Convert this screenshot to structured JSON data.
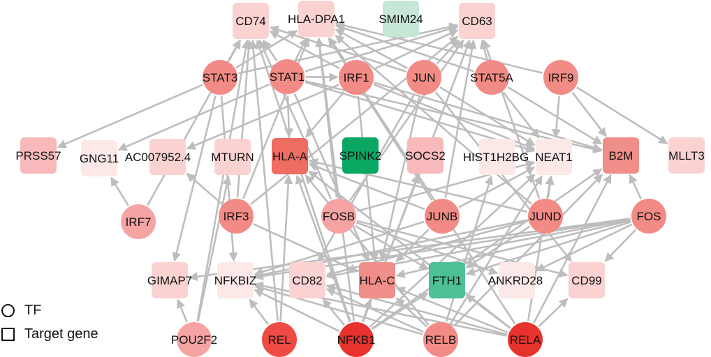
{
  "network": {
    "colors": {
      "edge": "#bdbdbd",
      "tf_pink": "#f5a3a3",
      "tf_salmon": "#f28b85",
      "tf_red": "#ee4b45",
      "tf_darkred": "#e8322d",
      "target_palest": "#fde8e8",
      "target_pale": "#fbd2d2",
      "target_light": "#f7b9b9",
      "target_mid": "#f08e8a",
      "target_strong": "#ee6c62",
      "green_pale": "#c6e6d6",
      "green_mid": "#4cc193",
      "green_dark": "#0aa763"
    },
    "nodes": [
      {
        "id": "CD74",
        "label": "CD74",
        "shape": "square",
        "color": "target_pale"
      },
      {
        "id": "HLA-DPA1",
        "label": "HLA-DPA1",
        "shape": "square",
        "color": "target_pale"
      },
      {
        "id": "SMIM24",
        "label": "SMIM24",
        "shape": "square",
        "color": "green_pale"
      },
      {
        "id": "CD63",
        "label": "CD63",
        "shape": "square",
        "color": "target_pale"
      },
      {
        "id": "STAT3",
        "label": "STAT3",
        "shape": "circle",
        "color": "tf_salmon"
      },
      {
        "id": "STAT1",
        "label": "STAT1",
        "shape": "circle",
        "color": "tf_salmon"
      },
      {
        "id": "IRF1",
        "label": "IRF1",
        "shape": "circle",
        "color": "tf_salmon"
      },
      {
        "id": "JUN",
        "label": "JUN",
        "shape": "circle",
        "color": "tf_salmon"
      },
      {
        "id": "STAT5A",
        "label": "STAT5A",
        "shape": "circle",
        "color": "tf_salmon"
      },
      {
        "id": "IRF9",
        "label": "IRF9",
        "shape": "circle",
        "color": "tf_salmon"
      },
      {
        "id": "PRSS57",
        "label": "PRSS57",
        "shape": "square",
        "color": "target_light"
      },
      {
        "id": "GNG11",
        "label": "GNG11",
        "shape": "square",
        "color": "target_palest"
      },
      {
        "id": "AC007952.4",
        "label": "AC007952.4",
        "shape": "square",
        "color": "target_pale"
      },
      {
        "id": "MTURN",
        "label": "MTURN",
        "shape": "square",
        "color": "target_pale"
      },
      {
        "id": "HLA-A",
        "label": "HLA-A",
        "shape": "square",
        "color": "target_strong"
      },
      {
        "id": "SPINK2",
        "label": "SPINK2",
        "shape": "square",
        "color": "green_dark"
      },
      {
        "id": "SOCS2",
        "label": "SOCS2",
        "shape": "square",
        "color": "target_light"
      },
      {
        "id": "HIST1H2BG",
        "label": "HIST1H2BG",
        "shape": "square",
        "color": "target_palest"
      },
      {
        "id": "NEAT1",
        "label": "NEAT1",
        "shape": "square",
        "color": "target_palest"
      },
      {
        "id": "B2M",
        "label": "B2M",
        "shape": "square",
        "color": "target_mid"
      },
      {
        "id": "MLLT3",
        "label": "MLLT3",
        "shape": "square",
        "color": "target_pale"
      },
      {
        "id": "IRF7",
        "label": "IRF7",
        "shape": "circle",
        "color": "tf_pink"
      },
      {
        "id": "IRF3",
        "label": "IRF3",
        "shape": "circle",
        "color": "tf_salmon"
      },
      {
        "id": "FOSB",
        "label": "FOSB",
        "shape": "circle",
        "color": "tf_pink"
      },
      {
        "id": "JUNB",
        "label": "JUNB",
        "shape": "circle",
        "color": "tf_salmon"
      },
      {
        "id": "JUND",
        "label": "JUND",
        "shape": "circle",
        "color": "tf_salmon"
      },
      {
        "id": "FOS",
        "label": "FOS",
        "shape": "circle",
        "color": "tf_salmon"
      },
      {
        "id": "GIMAP7",
        "label": "GIMAP7",
        "shape": "square",
        "color": "target_pale"
      },
      {
        "id": "NFKBIZ",
        "label": "NFKBIZ",
        "shape": "square",
        "color": "target_palest"
      },
      {
        "id": "CD82",
        "label": "CD82",
        "shape": "square",
        "color": "target_pale"
      },
      {
        "id": "HLA-C",
        "label": "HLA-C",
        "shape": "square",
        "color": "target_mid"
      },
      {
        "id": "FTH1",
        "label": "FTH1",
        "shape": "square",
        "color": "green_mid"
      },
      {
        "id": "ANKRD28",
        "label": "ANKRD28",
        "shape": "square",
        "color": "target_palest"
      },
      {
        "id": "CD99",
        "label": "CD99",
        "shape": "square",
        "color": "target_pale"
      },
      {
        "id": "POU2F2",
        "label": "POU2F2",
        "shape": "circle",
        "color": "tf_pink"
      },
      {
        "id": "REL",
        "label": "REL",
        "shape": "circle",
        "color": "tf_red"
      },
      {
        "id": "NFKB1",
        "label": "NFKB1",
        "shape": "circle",
        "color": "tf_darkred"
      },
      {
        "id": "RELB",
        "label": "RELB",
        "shape": "circle",
        "color": "tf_salmon"
      },
      {
        "id": "RELA",
        "label": "RELA",
        "shape": "circle",
        "color": "tf_darkred"
      }
    ],
    "edges": [
      [
        "STAT3",
        "CD74"
      ],
      [
        "STAT3",
        "HLA-DPA1"
      ],
      [
        "STAT3",
        "CD63"
      ],
      [
        "STAT3",
        "PRSS57"
      ],
      [
        "STAT3",
        "GIMAP7"
      ],
      [
        "STAT3",
        "NFKBIZ"
      ],
      [
        "STAT1",
        "CD74"
      ],
      [
        "STAT1",
        "HLA-DPA1"
      ],
      [
        "STAT1",
        "CD63"
      ],
      [
        "STAT1",
        "HLA-A"
      ],
      [
        "STAT1",
        "NEAT1"
      ],
      [
        "STAT1",
        "B2M"
      ],
      [
        "STAT1",
        "HLA-C"
      ],
      [
        "STAT1",
        "IRF1"
      ],
      [
        "STAT1",
        "GNG11"
      ],
      [
        "IRF1",
        "CD74"
      ],
      [
        "IRF1",
        "HLA-DPA1"
      ],
      [
        "IRF1",
        "CD63"
      ],
      [
        "IRF1",
        "HLA-A"
      ],
      [
        "IRF1",
        "B2M"
      ],
      [
        "IRF1",
        "HLA-C"
      ],
      [
        "IRF1",
        "NEAT1"
      ],
      [
        "IRF1",
        "AC007952.4"
      ],
      [
        "JUN",
        "CD74"
      ],
      [
        "JUN",
        "CD63"
      ],
      [
        "JUN",
        "HLA-DPA1"
      ],
      [
        "JUN",
        "CD82"
      ],
      [
        "JUN",
        "HLA-C"
      ],
      [
        "JUN",
        "CD99"
      ],
      [
        "JUN",
        "NEAT1"
      ],
      [
        "STAT5A",
        "CD63"
      ],
      [
        "STAT5A",
        "HLA-DPA1"
      ],
      [
        "STAT5A",
        "B2M"
      ],
      [
        "STAT5A",
        "NEAT1"
      ],
      [
        "IRF9",
        "HLA-DPA1"
      ],
      [
        "IRF9",
        "B2M"
      ],
      [
        "IRF9",
        "MLLT3"
      ],
      [
        "IRF9",
        "NEAT1"
      ],
      [
        "IRF7",
        "GNG11"
      ],
      [
        "IRF7",
        "CD74"
      ],
      [
        "IRF3",
        "AC007952.4"
      ],
      [
        "IRF3",
        "CD74"
      ],
      [
        "IRF3",
        "HLA-DPA1"
      ],
      [
        "IRF3",
        "CD63"
      ],
      [
        "IRF3",
        "HLA-C"
      ],
      [
        "FOSB",
        "CD74"
      ],
      [
        "FOSB",
        "CD63"
      ],
      [
        "FOSB",
        "HLA-DPA1"
      ],
      [
        "FOSB",
        "NEAT1"
      ],
      [
        "FOSB",
        "CD99"
      ],
      [
        "FOSB",
        "ANKRD28"
      ],
      [
        "FOSB",
        "FTH1"
      ],
      [
        "JUNB",
        "HLA-DPA1"
      ],
      [
        "JUNB",
        "CD63"
      ],
      [
        "JUNB",
        "HLA-A"
      ],
      [
        "JUNB",
        "NEAT1"
      ],
      [
        "JUNB",
        "NFKBIZ"
      ],
      [
        "JUNB",
        "HLA-C"
      ],
      [
        "JUND",
        "CD63"
      ],
      [
        "JUND",
        "HLA-DPA1"
      ],
      [
        "JUND",
        "NEAT1"
      ],
      [
        "JUND",
        "CD82"
      ],
      [
        "JUND",
        "FTH1"
      ],
      [
        "JUND",
        "HLA-A"
      ],
      [
        "JUND",
        "NFKBIZ"
      ],
      [
        "FOS",
        "NFKBIZ"
      ],
      [
        "FOS",
        "CD82"
      ],
      [
        "FOS",
        "HLA-C"
      ],
      [
        "FOS",
        "FTH1"
      ],
      [
        "FOS",
        "ANKRD28"
      ],
      [
        "FOS",
        "CD99"
      ],
      [
        "FOS",
        "GIMAP7"
      ],
      [
        "FOS",
        "B2M"
      ],
      [
        "POU2F2",
        "GIMAP7"
      ],
      [
        "POU2F2",
        "MTURN"
      ],
      [
        "POU2F2",
        "CD74"
      ],
      [
        "REL",
        "HLA-A"
      ],
      [
        "REL",
        "CD74"
      ],
      [
        "REL",
        "NFKBIZ"
      ],
      [
        "NFKB1",
        "HLA-A"
      ],
      [
        "NFKB1",
        "NFKBIZ"
      ],
      [
        "NFKB1",
        "CD74"
      ],
      [
        "NFKB1",
        "HLA-DPA1"
      ],
      [
        "NFKB1",
        "CD63"
      ],
      [
        "NFKB1",
        "B2M"
      ],
      [
        "NFKB1",
        "NEAT1"
      ],
      [
        "NFKB1",
        "CD82"
      ],
      [
        "NFKB1",
        "HLA-C"
      ],
      [
        "NFKB1",
        "FTH1"
      ],
      [
        "NFKB1",
        "SOCS2"
      ],
      [
        "RELB",
        "HLA-A"
      ],
      [
        "RELB",
        "NFKBIZ"
      ],
      [
        "RELB",
        "CD82"
      ],
      [
        "RELB",
        "HLA-C"
      ],
      [
        "RELB",
        "B2M"
      ],
      [
        "RELB",
        "NEAT1"
      ],
      [
        "RELB",
        "HIST1H2BG"
      ],
      [
        "RELA",
        "HLA-A"
      ],
      [
        "RELA",
        "NFKBIZ"
      ],
      [
        "RELA",
        "CD82"
      ],
      [
        "RELA",
        "HLA-C"
      ],
      [
        "RELA",
        "B2M"
      ],
      [
        "RELA",
        "NEAT1"
      ],
      [
        "RELA",
        "FTH1"
      ],
      [
        "RELA",
        "CD99"
      ],
      [
        "RELA",
        "HLA-DPA1"
      ]
    ]
  },
  "legend": {
    "tf_label": "TF",
    "target_label": "Target gene"
  }
}
